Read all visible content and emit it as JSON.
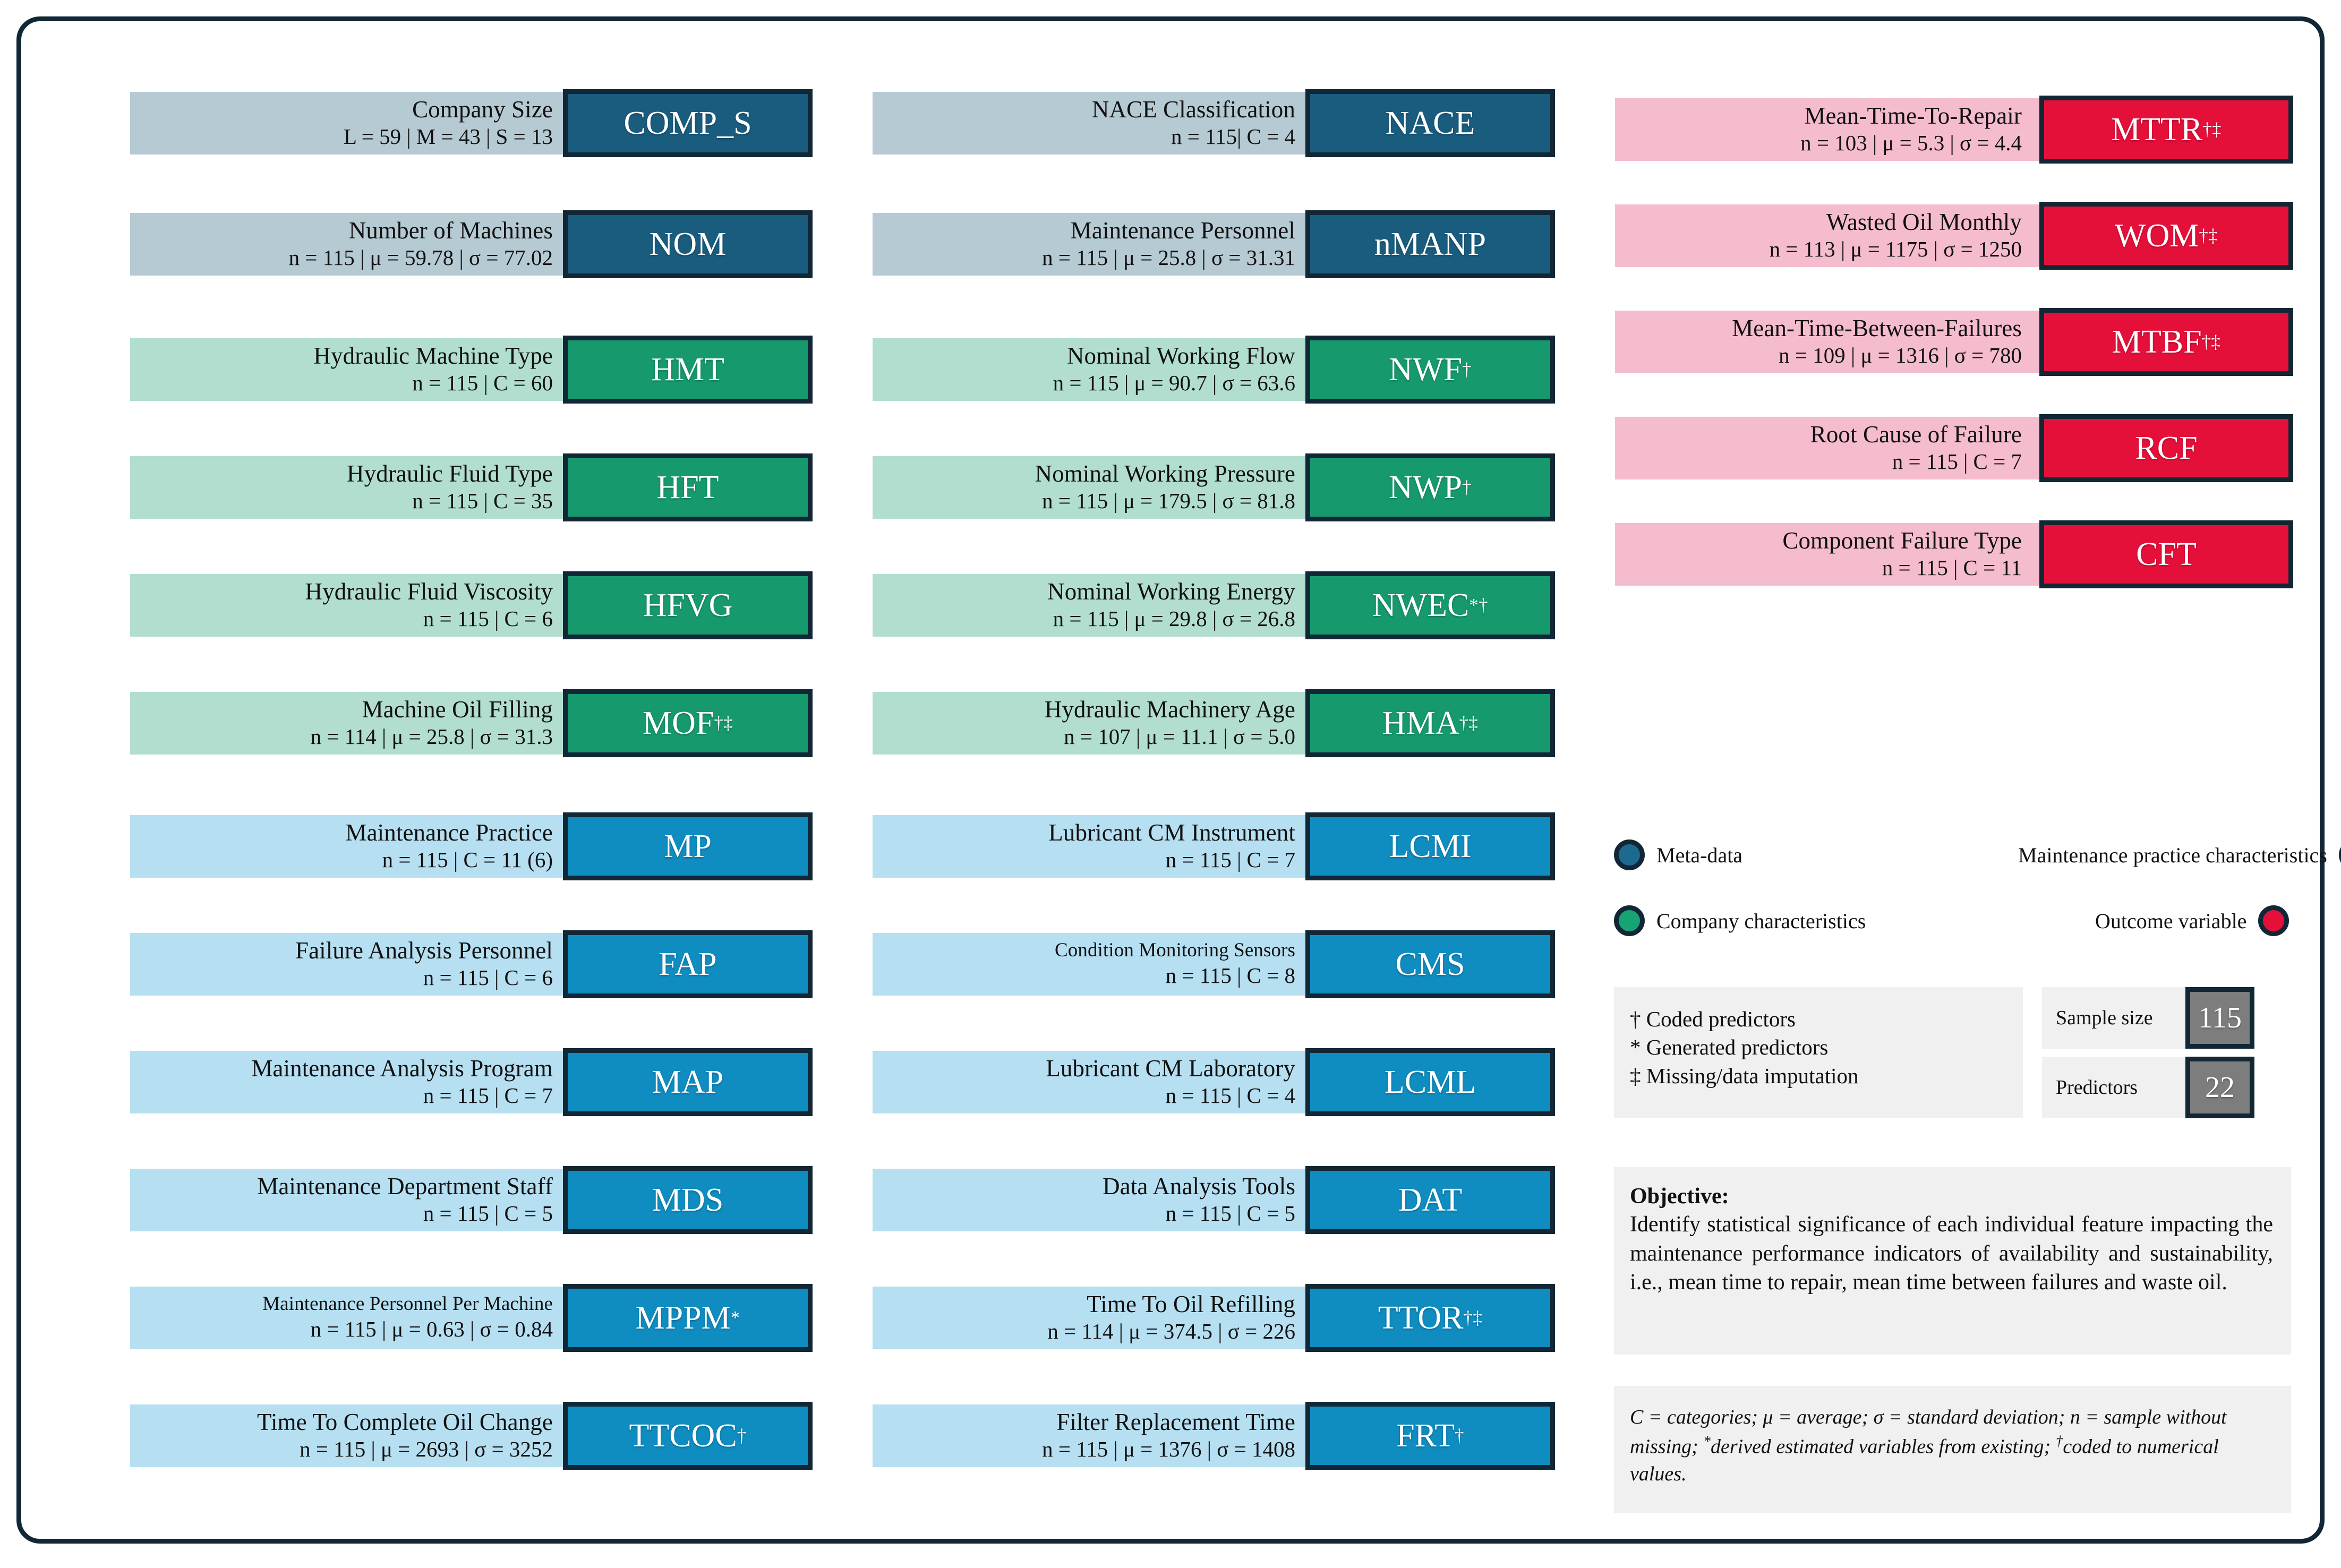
{
  "columns": [
    {
      "name": "column-1",
      "rows": [
        {
          "group": "meta",
          "title": "Company Size",
          "stats": "L = 59  |  M = 43  |  S = 13",
          "code": "COMP_S",
          "marks": ""
        },
        {
          "group": "meta",
          "title": "Number of Machines",
          "stats": "n = 115  |  μ = 59.78  |  σ = 77.02",
          "code": "NOM",
          "marks": ""
        },
        {
          "group": "company",
          "title": "Hydraulic Machine Type",
          "stats": "n = 115  |  C = 60",
          "code": "HMT",
          "marks": ""
        },
        {
          "group": "company",
          "title": "Hydraulic Fluid Type",
          "stats": "n = 115  |  C = 35",
          "code": "HFT",
          "marks": ""
        },
        {
          "group": "company",
          "title": "Hydraulic Fluid Viscosity",
          "stats": "n = 115  |  C = 6",
          "code": "HFVG",
          "marks": ""
        },
        {
          "group": "company",
          "title": "Machine Oil Filling",
          "stats": "n = 114  |  μ = 25.8  |  σ = 31.3",
          "code": "MOF",
          "marks": "†‡"
        },
        {
          "group": "maintenance",
          "title": "Maintenance Practice",
          "stats": "n = 115  |  C = 11 (6)",
          "code": "MP",
          "marks": ""
        },
        {
          "group": "maintenance",
          "title": "Failure Analysis Personnel",
          "stats": "n = 115  |  C = 6",
          "code": "FAP",
          "marks": ""
        },
        {
          "group": "maintenance",
          "title": "Maintenance Analysis Program",
          "stats": "n = 115  |  C = 7",
          "code": "MAP",
          "marks": ""
        },
        {
          "group": "maintenance",
          "title": "Maintenance Department Staff",
          "stats": "n = 115  |  C = 5",
          "code": "MDS",
          "marks": ""
        },
        {
          "group": "maintenance",
          "title": "Maintenance Personnel Per Machine",
          "stats": "n = 115  |  μ = 0.63  |  σ = 0.84",
          "code": "MPPM",
          "marks": "*",
          "small": true
        },
        {
          "group": "maintenance",
          "title": "Time To Complete Oil Change",
          "stats": "n = 115  |  μ = 2693  |  σ = 3252",
          "code": "TTCOC",
          "marks": "†"
        }
      ]
    },
    {
      "name": "column-2",
      "rows": [
        {
          "group": "meta",
          "title": "NACE Classification",
          "stats": "n = 115|  C = 4",
          "code": "NACE",
          "marks": ""
        },
        {
          "group": "meta",
          "title": "Maintenance Personnel",
          "stats": "n = 115  |  μ = 25.8  |  σ = 31.31",
          "code": "nMANP",
          "marks": ""
        },
        {
          "group": "company",
          "title": "Nominal Working Flow",
          "stats": "n = 115  |  μ = 90.7  |  σ = 63.6",
          "code": "NWF",
          "marks": "†"
        },
        {
          "group": "company",
          "title": "Nominal Working Pressure",
          "stats": "n = 115  |  μ = 179.5  |  σ = 81.8",
          "code": "NWP",
          "marks": "†"
        },
        {
          "group": "company",
          "title": "Nominal Working Energy",
          "stats": "n = 115  |  μ = 29.8  |  σ = 26.8",
          "code": "NWEC",
          "marks": "*†"
        },
        {
          "group": "company",
          "title": "Hydraulic Machinery Age",
          "stats": "n = 107  |  μ = 11.1  |  σ = 5.0",
          "code": "HMA",
          "marks": "†‡"
        },
        {
          "group": "maintenance",
          "title": "Lubricant CM Instrument",
          "stats": "n = 115  |  C = 7",
          "code": "LCMI",
          "marks": ""
        },
        {
          "group": "maintenance",
          "title": "Condition Monitoring Sensors",
          "stats": "n = 115  |  C = 8",
          "code": "CMS",
          "marks": "",
          "small": true
        },
        {
          "group": "maintenance",
          "title": "Lubricant CM Laboratory",
          "stats": "n = 115  |  C = 4",
          "code": "LCML",
          "marks": ""
        },
        {
          "group": "maintenance",
          "title": "Data Analysis Tools",
          "stats": "n = 115  |  C = 5",
          "code": "DAT",
          "marks": ""
        },
        {
          "group": "maintenance",
          "title": "Time To Oil Refilling",
          "stats": "n = 114  |  μ = 374.5  |  σ = 226",
          "code": "TTOR",
          "marks": "†‡"
        },
        {
          "group": "maintenance",
          "title": "Filter Replacement Time",
          "stats": "n = 115  |  μ = 1376  |  σ = 1408",
          "code": "FRT",
          "marks": "†"
        }
      ]
    },
    {
      "name": "column-3",
      "rows": [
        {
          "group": "outcome",
          "title": "Mean-Time-To-Repair",
          "stats": "n = 103  |  μ = 5.3  |  σ = 4.4",
          "code": "MTTR",
          "marks": "†‡"
        },
        {
          "group": "outcome",
          "title": "Wasted Oil Monthly",
          "stats": "n = 113  |  μ = 1175  |  σ = 1250",
          "code": "WOM",
          "marks": "†‡"
        },
        {
          "group": "outcome",
          "title": "Mean-Time-Between-Failures",
          "stats": "n = 109  |  μ = 1316  |  σ = 780",
          "code": "MTBF",
          "marks": "†‡"
        },
        {
          "group": "outcome",
          "title": "Root Cause of Failure",
          "stats": "n = 115  |  C = 7",
          "code": "RCF",
          "marks": ""
        },
        {
          "group": "outcome",
          "title": "Component Failure Type",
          "stats": "n = 115  |  C = 11",
          "code": "CFT",
          "marks": ""
        }
      ]
    }
  ],
  "legend": {
    "items": [
      {
        "key": "meta",
        "label": "Meta-data"
      },
      {
        "key": "maintenance",
        "label": "Maintenance practice characteristics"
      },
      {
        "key": "company",
        "label": "Company characteristics"
      },
      {
        "key": "outcome",
        "label": "Outcome variable"
      }
    ]
  },
  "footnotes": {
    "lines": [
      "† Coded predictors",
      "* Generated predictors",
      "‡ Missing/data imputation"
    ]
  },
  "stats": [
    {
      "label": "Sample size",
      "value": "115"
    },
    {
      "label": "Predictors",
      "value": "22"
    }
  ],
  "objective": {
    "title": "Objective:",
    "body": "Identify statistical significance of each individual feature impacting the maintenance performance indicators of availability and sustainability, i.e., mean time to repair, mean time between failures and waste oil."
  },
  "notes": {
    "text": "C = categories; μ = average; σ = standard deviation; n = sample without missing; *derived estimated variables from existing; †coded to numerical values."
  },
  "colors": {
    "meta_panel": "#b6cad4",
    "meta_tag": "#195c7e",
    "company_panel": "#b2ded0",
    "company_tag": "#17996e",
    "maintenance_panel": "#b6e0f2",
    "maintenance_tag": "#0f8cc0",
    "outcome_panel": "#f5bcce",
    "outcome_tag": "#e4103a",
    "border": "#122735",
    "grey_box": "#f0f0f0",
    "stat_value": "#7d7d7d"
  }
}
